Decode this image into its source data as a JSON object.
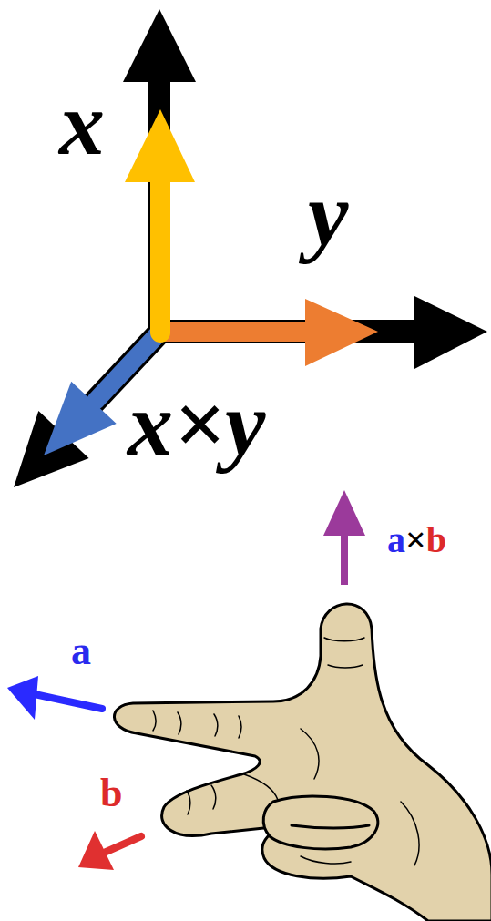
{
  "diagram": {
    "labels": [
      "x",
      "y",
      "x×y",
      "a",
      "b",
      "a×b"
    ]
  }
}
